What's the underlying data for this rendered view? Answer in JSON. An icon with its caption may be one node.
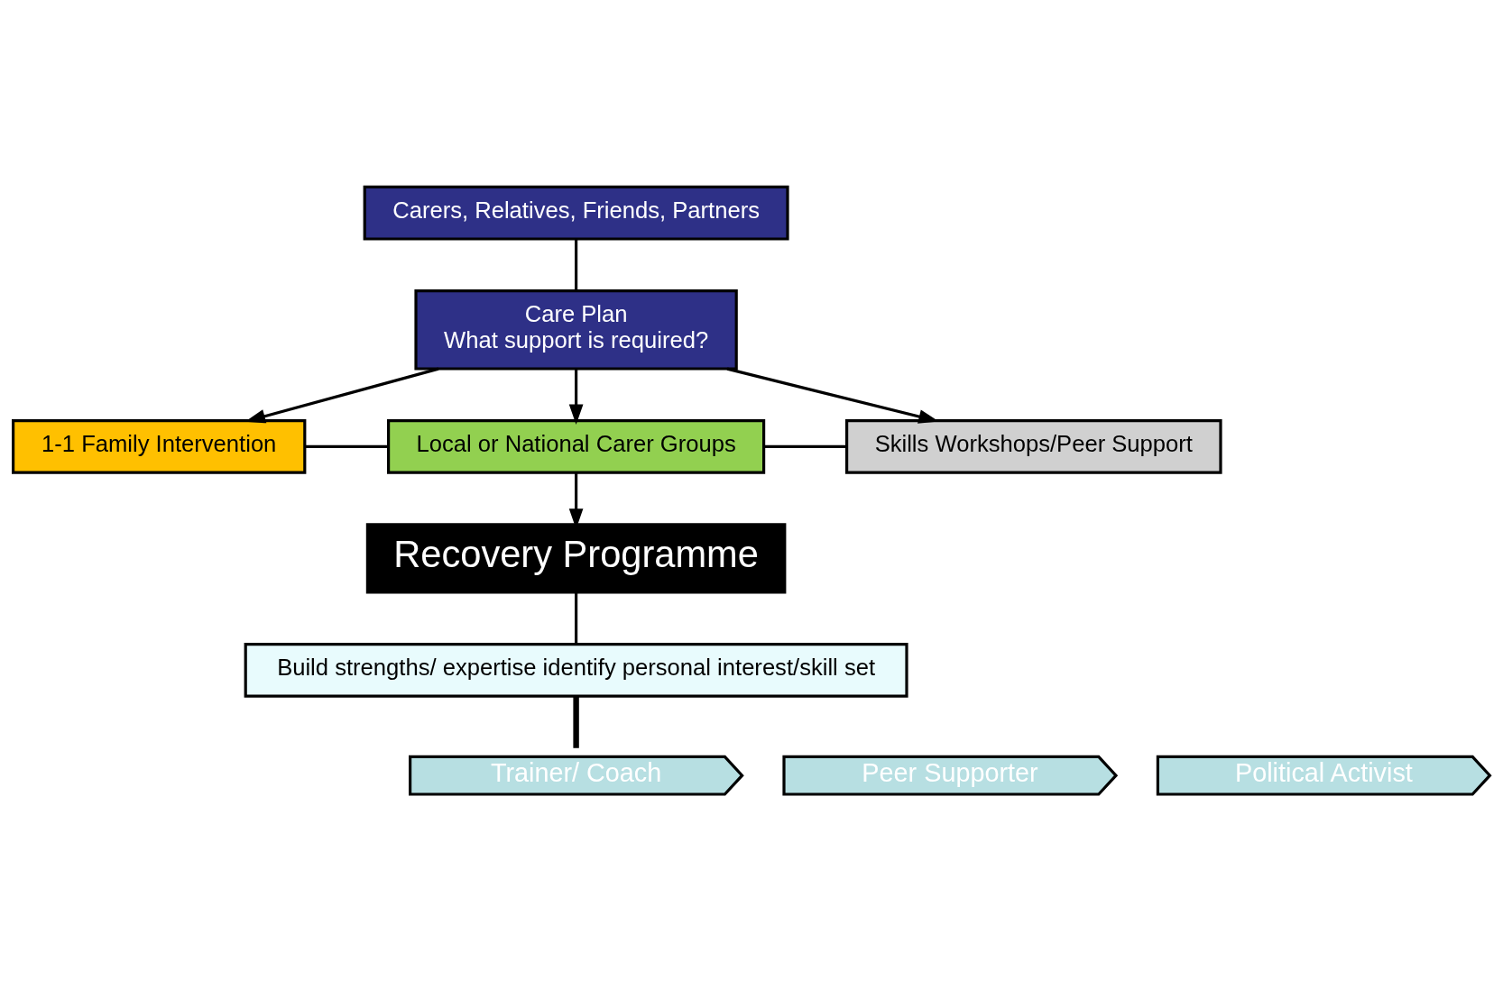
{
  "diagram": {
    "nodes": [
      {
        "text": [
          "Carers, Relatives, Friends, Partners"
        ]
      },
      {
        "text": [
          "Care Plan",
          "What support is required?"
        ]
      },
      {
        "text": [
          "1-1 Family Intervention"
        ]
      },
      {
        "text": [
          "Local or National Carer Groups"
        ]
      },
      {
        "text": [
          "Skills Workshops/Peer Support"
        ]
      },
      {
        "text": [
          "Recovery Programme"
        ]
      },
      {
        "text": [
          "Build strengths/ expertise identify personal interest/skill set"
        ]
      },
      {
        "text": [
          "Trainer/ Coach"
        ]
      },
      {
        "text": [
          "Peer Supporter"
        ]
      },
      {
        "text": [
          "Political Activist"
        ]
      }
    ],
    "edges": [
      {
        "from": 0,
        "to": 1,
        "arrow": "none"
      },
      {
        "from": 1,
        "to": 2,
        "arrow": "to"
      },
      {
        "from": 1,
        "to": 3,
        "arrow": "to"
      },
      {
        "from": 1,
        "to": 4,
        "arrow": "to"
      },
      {
        "from": 2,
        "to": 3,
        "arrow": "none"
      },
      {
        "from": 3,
        "to": 4,
        "arrow": "none"
      },
      {
        "from": 3,
        "to": 5,
        "arrow": "to"
      },
      {
        "from": 5,
        "to": 6,
        "arrow": "none"
      },
      {
        "from": 6,
        "to": 7,
        "arrow": "none",
        "style": "thick"
      }
    ]
  }
}
